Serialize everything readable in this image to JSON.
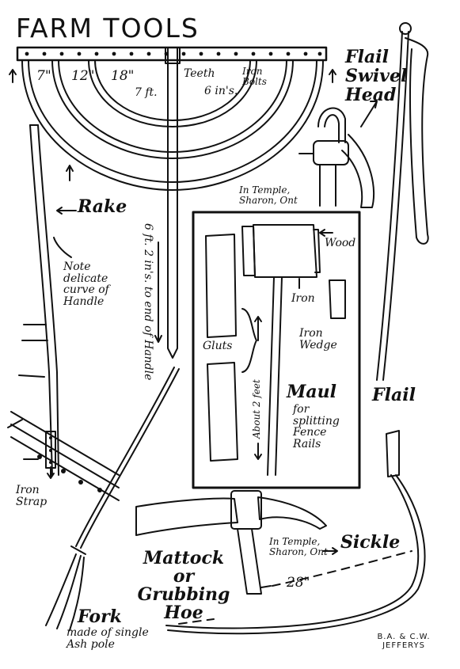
{
  "title": "FARM TOOLS",
  "rake": {
    "name": "Rake",
    "dims": [
      "7\"",
      "12\"",
      "18\""
    ],
    "teeth_label": "Teeth",
    "width_label": "7 ft.",
    "spacing_label": "6 in's.",
    "bolts_label": "Iron Bolts",
    "handle_length": "6 ft. 2 in's. to end of Handle",
    "location": "In Temple, Sharon, Ont"
  },
  "flail": {
    "name": "Flail",
    "head_label": "Flail Swivel Head"
  },
  "handle_note": "Note delicate curve of Handle",
  "iron_strap": "Iron Strap",
  "maul": {
    "name": "Maul",
    "purpose": "for splitting Fence Rails",
    "wood_label": "Wood",
    "iron_label": "Iron",
    "iron_wedge": "Iron Wedge",
    "gluts": "Gluts",
    "length": "About 2 feet"
  },
  "mattock": "Mattock or Grubbing Hoe",
  "sickle": {
    "name": "Sickle",
    "location": "In Temple, Sharon, Ont",
    "length": "28\""
  },
  "fork": {
    "name": "Fork",
    "note": "made of single Ash pole"
  },
  "credit": "B.A. & C.W. JEFFERYS"
}
